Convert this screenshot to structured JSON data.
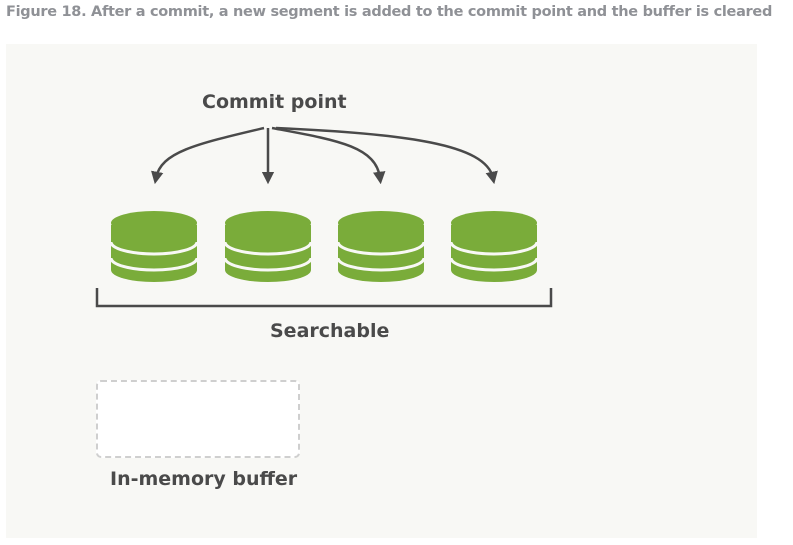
{
  "figure": {
    "caption": "Figure 18. After a commit, a new segment is added to the commit point and the buffer is cleared"
  },
  "diagram": {
    "commit_point_label": "Commit point",
    "searchable_label": "Searchable",
    "buffer_label": "In-memory buffer",
    "segment_count": 4,
    "colors": {
      "segment": "#7aac3a",
      "arrow": "#4a4a4a",
      "bracket": "#4a4a4a",
      "panel_background": "#f8f8f5",
      "buffer_border": "#cfcfcf"
    }
  }
}
